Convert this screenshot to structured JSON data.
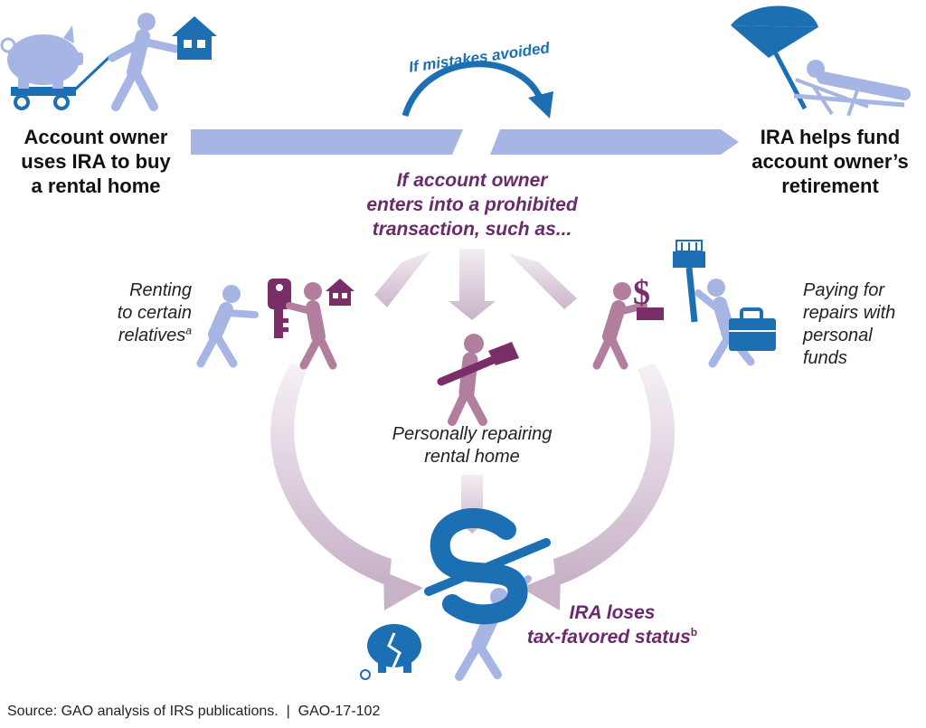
{
  "start": {
    "line1": "Account owner",
    "line2": "uses IRA to buy",
    "line3": "a rental home"
  },
  "end": {
    "line1": "IRA helps fund",
    "line2": "account owner’s",
    "line3": "retirement"
  },
  "arc_label": "If mistakes avoided",
  "prohibited": {
    "line1": "If account owner",
    "line2": "enters into a prohibited",
    "line3": "transaction, such as..."
  },
  "renting": {
    "line1": "Renting",
    "line2": "to certain",
    "line3": "relatives",
    "footnote": "a"
  },
  "paying": {
    "line1": "Paying for",
    "line2": "repairs with",
    "line3": "personal",
    "line4": "funds"
  },
  "repairing": {
    "line1": "Personally repairing",
    "line2": "rental home"
  },
  "loses": {
    "line1": "IRA loses",
    "line2": "tax-favored status",
    "footnote": "b"
  },
  "source": "Source: GAO analysis of IRS publications.  |  GAO-17-102",
  "colors": {
    "light_blue": "#a7b5e4",
    "mid_blue": "#8f9fdc",
    "dark_blue": "#1c6fb3",
    "purple_text": "#6b2a6b",
    "mauve": "#b27e9e",
    "dark_mauve": "#7a2e68"
  },
  "icons": [
    "piggy-bank-icon",
    "wagon-icon",
    "walking-person-icon",
    "house-icon",
    "beach-umbrella-icon",
    "lounging-person-icon",
    "key-icon",
    "hammer-icon",
    "dollar-sign-icon",
    "paint-brush-icon",
    "toolbox-icon",
    "broken-piggy-bank-icon",
    "struggling-person-icon"
  ]
}
